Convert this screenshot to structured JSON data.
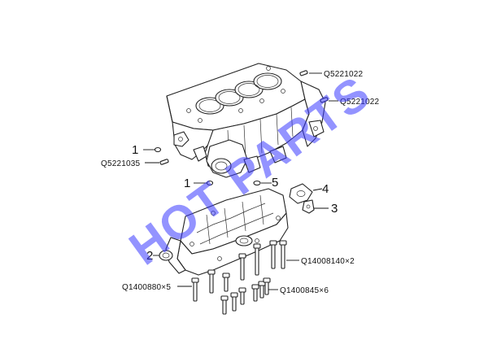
{
  "callouts": {
    "q5221022_top": "Q5221022",
    "q5221022_right": "Q5221022",
    "q5221035": "Q5221035",
    "q14008140": "Q14008140×2",
    "q1400880": "Q1400880×5",
    "q1400845": "Q1400845×6"
  },
  "item_numbers": {
    "n1a": "1",
    "n1b": "1",
    "n2": "2",
    "n3": "3",
    "n4": "4",
    "n5": "5"
  },
  "watermark": "HOT PARTS",
  "colors": {
    "watermark": "#3a3aff",
    "linework": "#222222",
    "background": "#ffffff"
  }
}
